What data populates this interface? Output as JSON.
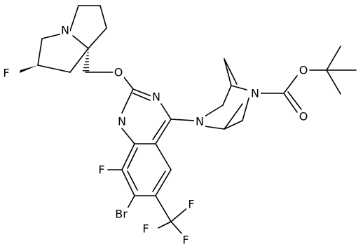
{
  "molecule": {
    "atom_labels": {
      "n_pyrrolizine": "N",
      "f_pyrrolizine": "F",
      "o_ether": "O",
      "n_quin_1": "N",
      "n_quin_3": "N",
      "n_bicyclic_amine": "N",
      "n_bicyclic_bridge": "N",
      "o_ester": "O",
      "o_carbonyl": "O",
      "f_quin": "F",
      "br": "Br",
      "f_cf3_1": "F",
      "f_cf3_2": "F",
      "f_cf3_3": "F"
    }
  }
}
